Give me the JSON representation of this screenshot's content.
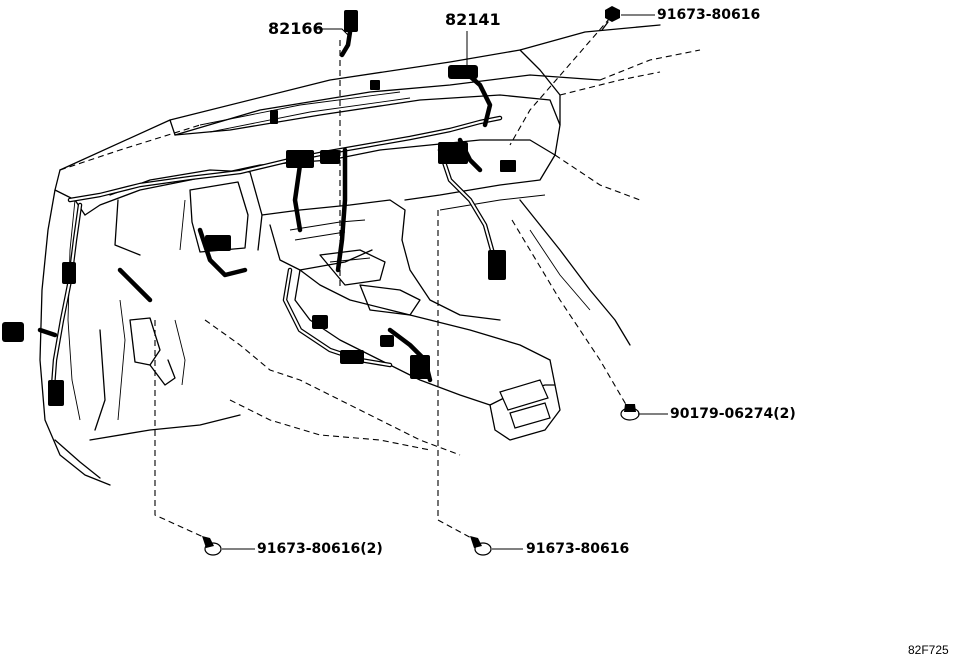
{
  "figure_code": "82F725",
  "callouts": [
    {
      "id": "c1",
      "text": "82166"
    },
    {
      "id": "c2",
      "text": "82141"
    },
    {
      "id": "c3",
      "text": "91673-80616"
    },
    {
      "id": "c4",
      "text": "90179-06274(2)"
    },
    {
      "id": "c5",
      "text": "91673-80616(2)"
    },
    {
      "id": "c6",
      "text": "91673-80616"
    }
  ],
  "colors": {
    "ink": "#000000",
    "background": "#ffffff"
  },
  "icons": [
    "bolt-icon",
    "clip-icon",
    "connector-icon"
  ]
}
